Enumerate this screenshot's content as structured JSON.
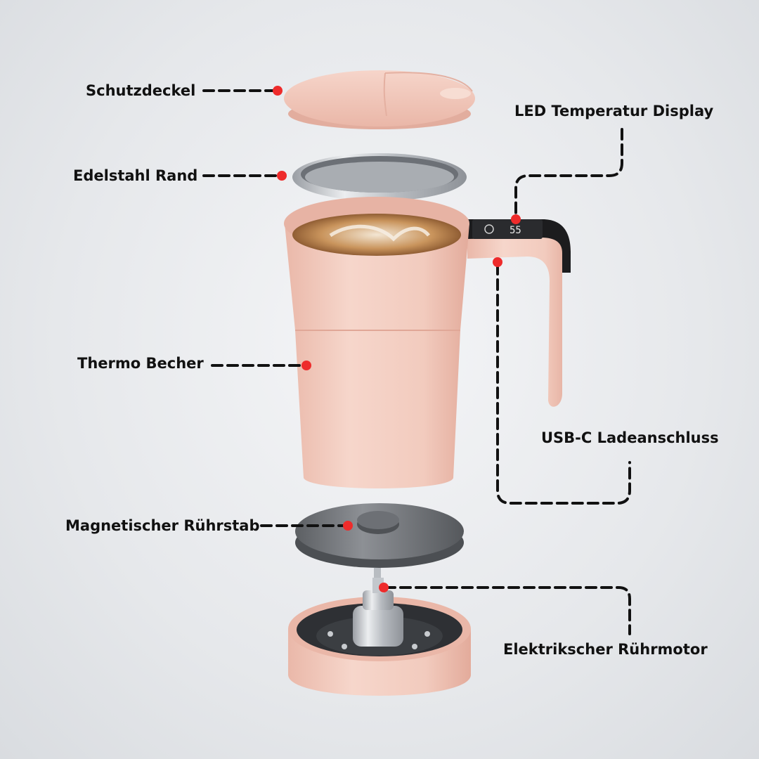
{
  "labels": {
    "lid": "Schutzdeckel",
    "rim": "Edelstahl Rand",
    "led": "LED Temperatur Display",
    "cup": "Thermo Becher",
    "usb": "USB-C Ladeanschluss",
    "stir": "Magnetischer Rührstab",
    "motor": "Elektrikscher Rührmotor"
  },
  "display": {
    "reading": "55"
  },
  "colors": {
    "mug_pink": "#f3cfc3",
    "mug_pink_dark": "#e8b4a6",
    "steel": "#c9ccd0",
    "marker_red": "#ee2b2b",
    "leader_line": "#111111",
    "text": "#111111"
  }
}
